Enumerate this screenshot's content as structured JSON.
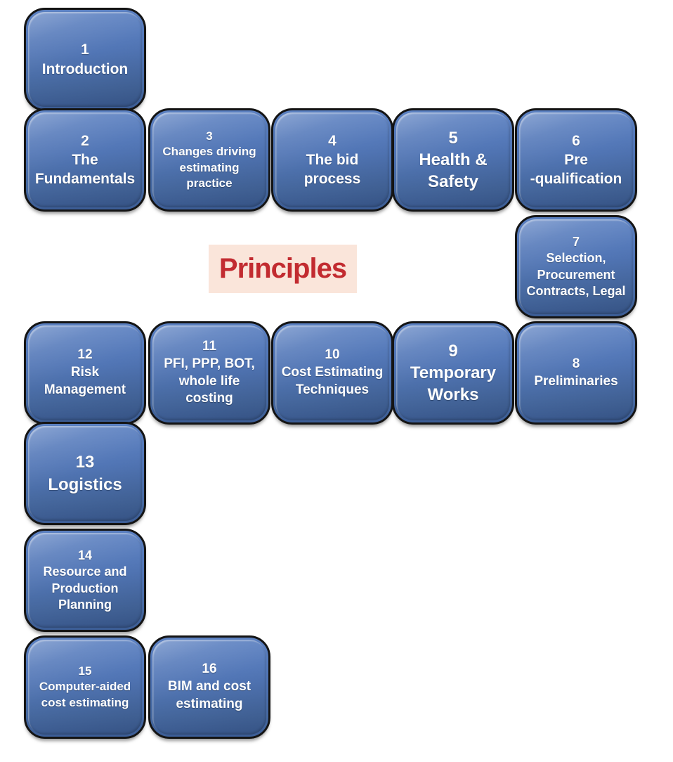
{
  "diagram": {
    "label": {
      "text": "Principles",
      "text_color": "#c22b30",
      "background_color": "#fae5da"
    },
    "box_fill_color": "#4e73b4",
    "box_border_color": "#141414",
    "box_text_color": "#ffffff",
    "boxes": [
      {
        "id": 1,
        "number": "1",
        "lines": [
          "Introduction"
        ],
        "col": 1,
        "row": 1
      },
      {
        "id": 2,
        "number": "2",
        "lines": [
          "The",
          "Fundamentals"
        ],
        "col": 1,
        "row": 2
      },
      {
        "id": 3,
        "number": "3",
        "lines": [
          "Changes driving",
          "estimating",
          "practice"
        ],
        "col": 2,
        "row": 2
      },
      {
        "id": 4,
        "number": "4",
        "lines": [
          "The bid",
          "process"
        ],
        "col": 3,
        "row": 2
      },
      {
        "id": 5,
        "number": "5",
        "lines": [
          "Health &",
          "Safety"
        ],
        "col": 4,
        "row": 2
      },
      {
        "id": 6,
        "number": "6",
        "lines": [
          "Pre",
          "-qualification"
        ],
        "col": 5,
        "row": 2
      },
      {
        "id": 7,
        "number": "7",
        "lines": [
          "Selection,",
          "Procurement",
          "Contracts, Legal"
        ],
        "col": 5,
        "row": 3
      },
      {
        "id": 8,
        "number": "8",
        "lines": [
          "Preliminaries"
        ],
        "col": 5,
        "row": 4
      },
      {
        "id": 9,
        "number": "9",
        "lines": [
          "Temporary",
          "Works"
        ],
        "col": 4,
        "row": 4
      },
      {
        "id": 10,
        "number": "10",
        "lines": [
          "Cost Estimating",
          "Techniques"
        ],
        "col": 3,
        "row": 4
      },
      {
        "id": 11,
        "number": "11",
        "lines": [
          "PFI, PPP, BOT,",
          "whole life",
          "costing"
        ],
        "col": 2,
        "row": 4
      },
      {
        "id": 12,
        "number": "12",
        "lines": [
          "Risk",
          "Management"
        ],
        "col": 1,
        "row": 4
      },
      {
        "id": 13,
        "number": "13",
        "lines": [
          "Logistics"
        ],
        "col": 1,
        "row": 5
      },
      {
        "id": 14,
        "number": "14",
        "lines": [
          "Resource and",
          "Production",
          "Planning"
        ],
        "col": 1,
        "row": 6
      },
      {
        "id": 15,
        "number": "15",
        "lines": [
          "Computer-aided",
          "cost estimating"
        ],
        "col": 1,
        "row": 7
      },
      {
        "id": 16,
        "number": "16",
        "lines": [
          "BIM and cost",
          "estimating"
        ],
        "col": 2,
        "row": 7
      }
    ]
  }
}
